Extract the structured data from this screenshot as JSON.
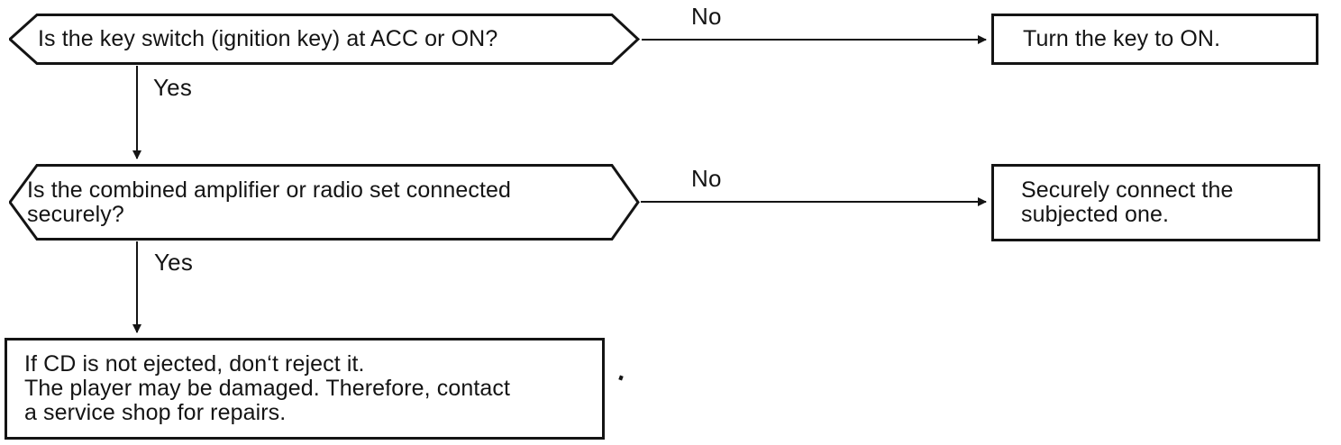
{
  "flowchart": {
    "decision1": {
      "text": "Is the key switch (ignition key) at ACC or ON?",
      "yes": "Yes",
      "no": "No"
    },
    "action1": {
      "text": "Turn the key to ON."
    },
    "decision2": {
      "text": "Is the combined amplifier or radio set connected\nsecurely?",
      "yes": "Yes",
      "no": "No"
    },
    "action2": {
      "text": "Securely connect the\nsubjected one."
    },
    "terminal": {
      "text": "If CD is not ejected, don‘t reject it.\nThe player may be damaged. Therefore, contact\na service shop for repairs."
    },
    "colors": {
      "ink": "#141414",
      "background": "#ffffff"
    }
  }
}
